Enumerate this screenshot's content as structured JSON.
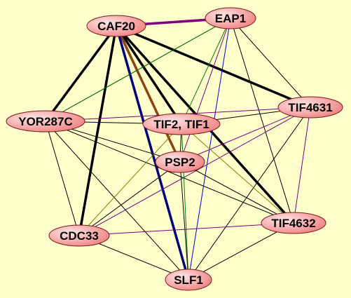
{
  "diagram": {
    "background": "#ffffcc",
    "node_fill_light": "#ffe5e5",
    "node_fill_dark": "#f07f7f",
    "node_stroke": "#7a1a1a",
    "nodes": [
      {
        "id": "caf20",
        "label": "CAF20"
      },
      {
        "id": "eap1",
        "label": "EAP1"
      },
      {
        "id": "tif4631",
        "label": "TIF4631"
      },
      {
        "id": "yor287c",
        "label": "YOR287C"
      },
      {
        "id": "tif2",
        "label": "TIF2, TIF1"
      },
      {
        "id": "psp2",
        "label": "PSP2"
      },
      {
        "id": "tif4632",
        "label": "TIF4632"
      },
      {
        "id": "cdc33",
        "label": "CDC33"
      },
      {
        "id": "slf1",
        "label": "SLF1"
      }
    ],
    "edges": [
      {
        "from": "caf20",
        "to": "eap1",
        "color": "#800080",
        "weight": "heavy"
      },
      {
        "from": "caf20",
        "to": "tif4631",
        "color": "#000000",
        "weight": "heavy"
      },
      {
        "from": "caf20",
        "to": "yor287c",
        "color": "#000000",
        "weight": "heavy"
      },
      {
        "from": "caf20",
        "to": "tif2",
        "color": "#000000",
        "weight": "heavy"
      },
      {
        "from": "caf20",
        "to": "psp2",
        "color": "#8b4513",
        "weight": "heavy"
      },
      {
        "from": "caf20",
        "to": "tif4632",
        "color": "#000000",
        "weight": "heavy"
      },
      {
        "from": "caf20",
        "to": "cdc33",
        "color": "#000000",
        "weight": "heavy"
      },
      {
        "from": "caf20",
        "to": "slf1",
        "color": "#000080",
        "weight": "heavy"
      },
      {
        "from": "eap1",
        "to": "yor287c",
        "color": "#000000",
        "weight": "thin"
      },
      {
        "from": "eap1",
        "to": "tif4631",
        "color": "#000000",
        "weight": "thin"
      },
      {
        "from": "eap1",
        "to": "tif2",
        "color": "#008000",
        "weight": "thin"
      },
      {
        "from": "eap1",
        "to": "psp2",
        "color": "#800080",
        "weight": "thin"
      },
      {
        "from": "eap1",
        "to": "tif4632",
        "color": "#000000",
        "weight": "thin"
      },
      {
        "from": "eap1",
        "to": "slf1",
        "color": "#0000cd",
        "weight": "thin"
      },
      {
        "from": "tif4631",
        "to": "yor287c",
        "color": "#800080",
        "weight": "thin"
      },
      {
        "from": "tif4631",
        "to": "tif2",
        "color": "#000000",
        "weight": "thin"
      },
      {
        "from": "tif4631",
        "to": "psp2",
        "color": "#800080",
        "weight": "thin"
      },
      {
        "from": "tif4631",
        "to": "tif4632",
        "color": "#800080",
        "weight": "thin"
      },
      {
        "from": "tif4631",
        "to": "cdc33",
        "color": "#800080",
        "weight": "thin"
      },
      {
        "from": "tif4631",
        "to": "slf1",
        "color": "#000000",
        "weight": "thin"
      },
      {
        "from": "yor287c",
        "to": "tif2",
        "color": "#000000",
        "weight": "thin"
      },
      {
        "from": "yor287c",
        "to": "psp2",
        "color": "#000000",
        "weight": "thin"
      },
      {
        "from": "yor287c",
        "to": "tif4632",
        "color": "#000000",
        "weight": "thin"
      },
      {
        "from": "yor287c",
        "to": "cdc33",
        "color": "#000000",
        "weight": "thin"
      },
      {
        "from": "yor287c",
        "to": "slf1",
        "color": "#000000",
        "weight": "thin"
      },
      {
        "from": "tif2",
        "to": "psp2",
        "color": "#000000",
        "weight": "thin"
      },
      {
        "from": "tif2",
        "to": "tif4632",
        "color": "#808000",
        "weight": "thin"
      },
      {
        "from": "tif2",
        "to": "cdc33",
        "color": "#808000",
        "weight": "thin"
      },
      {
        "from": "tif2",
        "to": "slf1",
        "color": "#008000",
        "weight": "thin"
      },
      {
        "from": "psp2",
        "to": "tif4632",
        "color": "#000000",
        "weight": "thin"
      },
      {
        "from": "psp2",
        "to": "cdc33",
        "color": "#000000",
        "weight": "thin"
      },
      {
        "from": "psp2",
        "to": "slf1",
        "color": "#000000",
        "weight": "thin"
      },
      {
        "from": "tif4632",
        "to": "cdc33",
        "color": "#800080",
        "weight": "thin"
      },
      {
        "from": "tif4632",
        "to": "slf1",
        "color": "#000000",
        "weight": "thin"
      },
      {
        "from": "cdc33",
        "to": "slf1",
        "color": "#000000",
        "weight": "thin"
      },
      {
        "from": "yor287c",
        "to": "eap1",
        "color": "#008000",
        "weight": "thin"
      }
    ]
  }
}
